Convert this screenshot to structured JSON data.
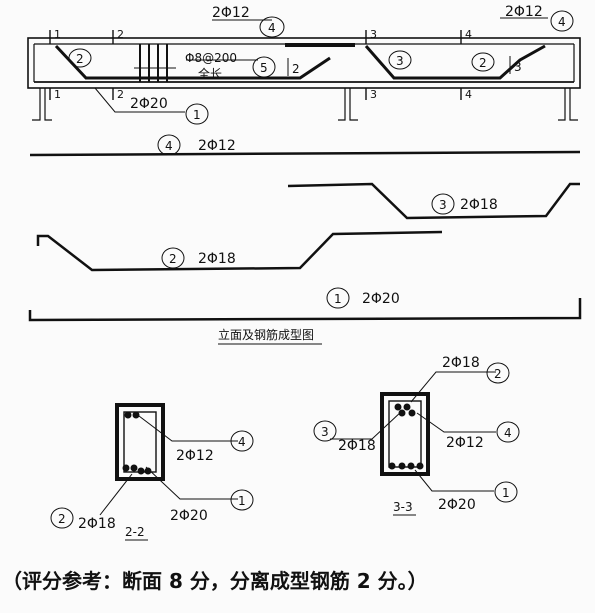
{
  "elevation": {
    "title": "立面及钢筋成型图",
    "top_labels": {
      "left": "2Φ12",
      "right": "2Φ12"
    },
    "stirrup_spec": "Φ8@200",
    "stirrup_extent": "全长",
    "bottom_label": "2Φ20",
    "section_marks": [
      "1",
      "2",
      "3",
      "4"
    ],
    "in_beam_numbers": [
      "2",
      "2",
      "3",
      "2",
      "3"
    ],
    "in_beam_outline": [
      "2",
      "3"
    ]
  },
  "bars": [
    {
      "num": "4",
      "spec": "2Φ12"
    },
    {
      "num": "3",
      "spec": "2Φ18"
    },
    {
      "num": "2",
      "spec": "2Φ18"
    },
    {
      "num": "1",
      "spec": "2Φ20"
    }
  ],
  "markers": [
    "4",
    "5",
    "1",
    "1",
    "4",
    "4"
  ],
  "sections": [
    {
      "title": "2-2",
      "labels": [
        {
          "num": "4",
          "spec": "2Φ12"
        },
        {
          "num": "1",
          "spec": "2Φ20"
        },
        {
          "num": "2",
          "spec": "2Φ18"
        }
      ]
    },
    {
      "title": "3-3",
      "labels": [
        {
          "num": "2",
          "spec": "2Φ18"
        },
        {
          "num": "3",
          "spec": "2Φ18"
        },
        {
          "num": "4",
          "spec": "2Φ12"
        },
        {
          "num": "1",
          "spec": "2Φ20"
        }
      ]
    }
  ],
  "footer": "（评分参考：断面 8 分，分离成型钢筋 2 分。）"
}
